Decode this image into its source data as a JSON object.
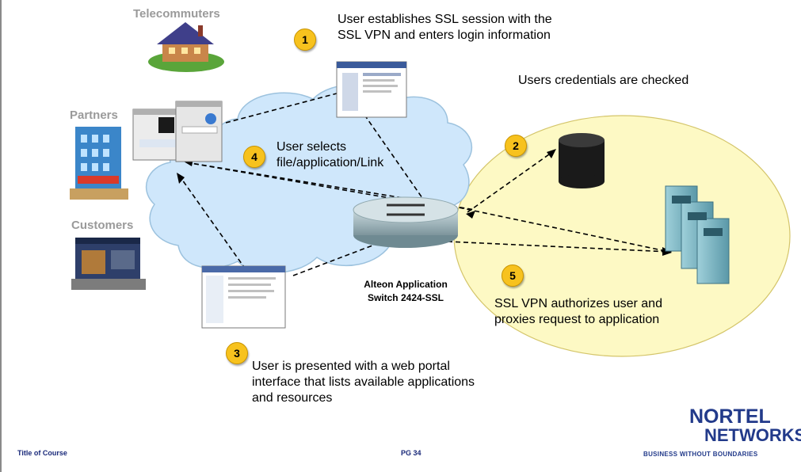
{
  "labels": {
    "telecommuters": "Telecommuters",
    "partners": "Partners",
    "customers": "Customers"
  },
  "steps": [
    {
      "number": "1",
      "text_lines": [
        "User establishes SSL session with the",
        "SSL VPN and enters login information"
      ]
    },
    {
      "number": "2",
      "text_lines": [
        "Users credentials are checked"
      ]
    },
    {
      "number": "3",
      "text_lines": [
        "User is presented with a web portal",
        "interface that lists available applications",
        "and resources"
      ]
    },
    {
      "number": "4",
      "text_lines": [
        "User selects",
        "file/application/Link"
      ]
    },
    {
      "number": "5",
      "text_lines": [
        "SSL VPN authorizes user and",
        "proxies request to application"
      ]
    }
  ],
  "switch_label": [
    "Alteon Application",
    "Switch 2424-SSL"
  ],
  "footer": {
    "course_title": "Title of Course",
    "page_number": "PG 34"
  },
  "logo": {
    "line1": "NORTEL",
    "line2": "NETWORKS",
    "tagline": "BUSINESS WITHOUT BOUNDARIES"
  },
  "colors": {
    "badge": "#f7c21e",
    "cloud": "#cfe7fb",
    "ellipse": "#fdf9c4",
    "label_grey": "#9a9a9a",
    "brand_blue": "#223a8a"
  },
  "icons": [
    "house-icon",
    "office-building-icon",
    "retail-store-icon",
    "browser-window-icon",
    "database-icon",
    "server-rack-icon",
    "switch-icon"
  ]
}
